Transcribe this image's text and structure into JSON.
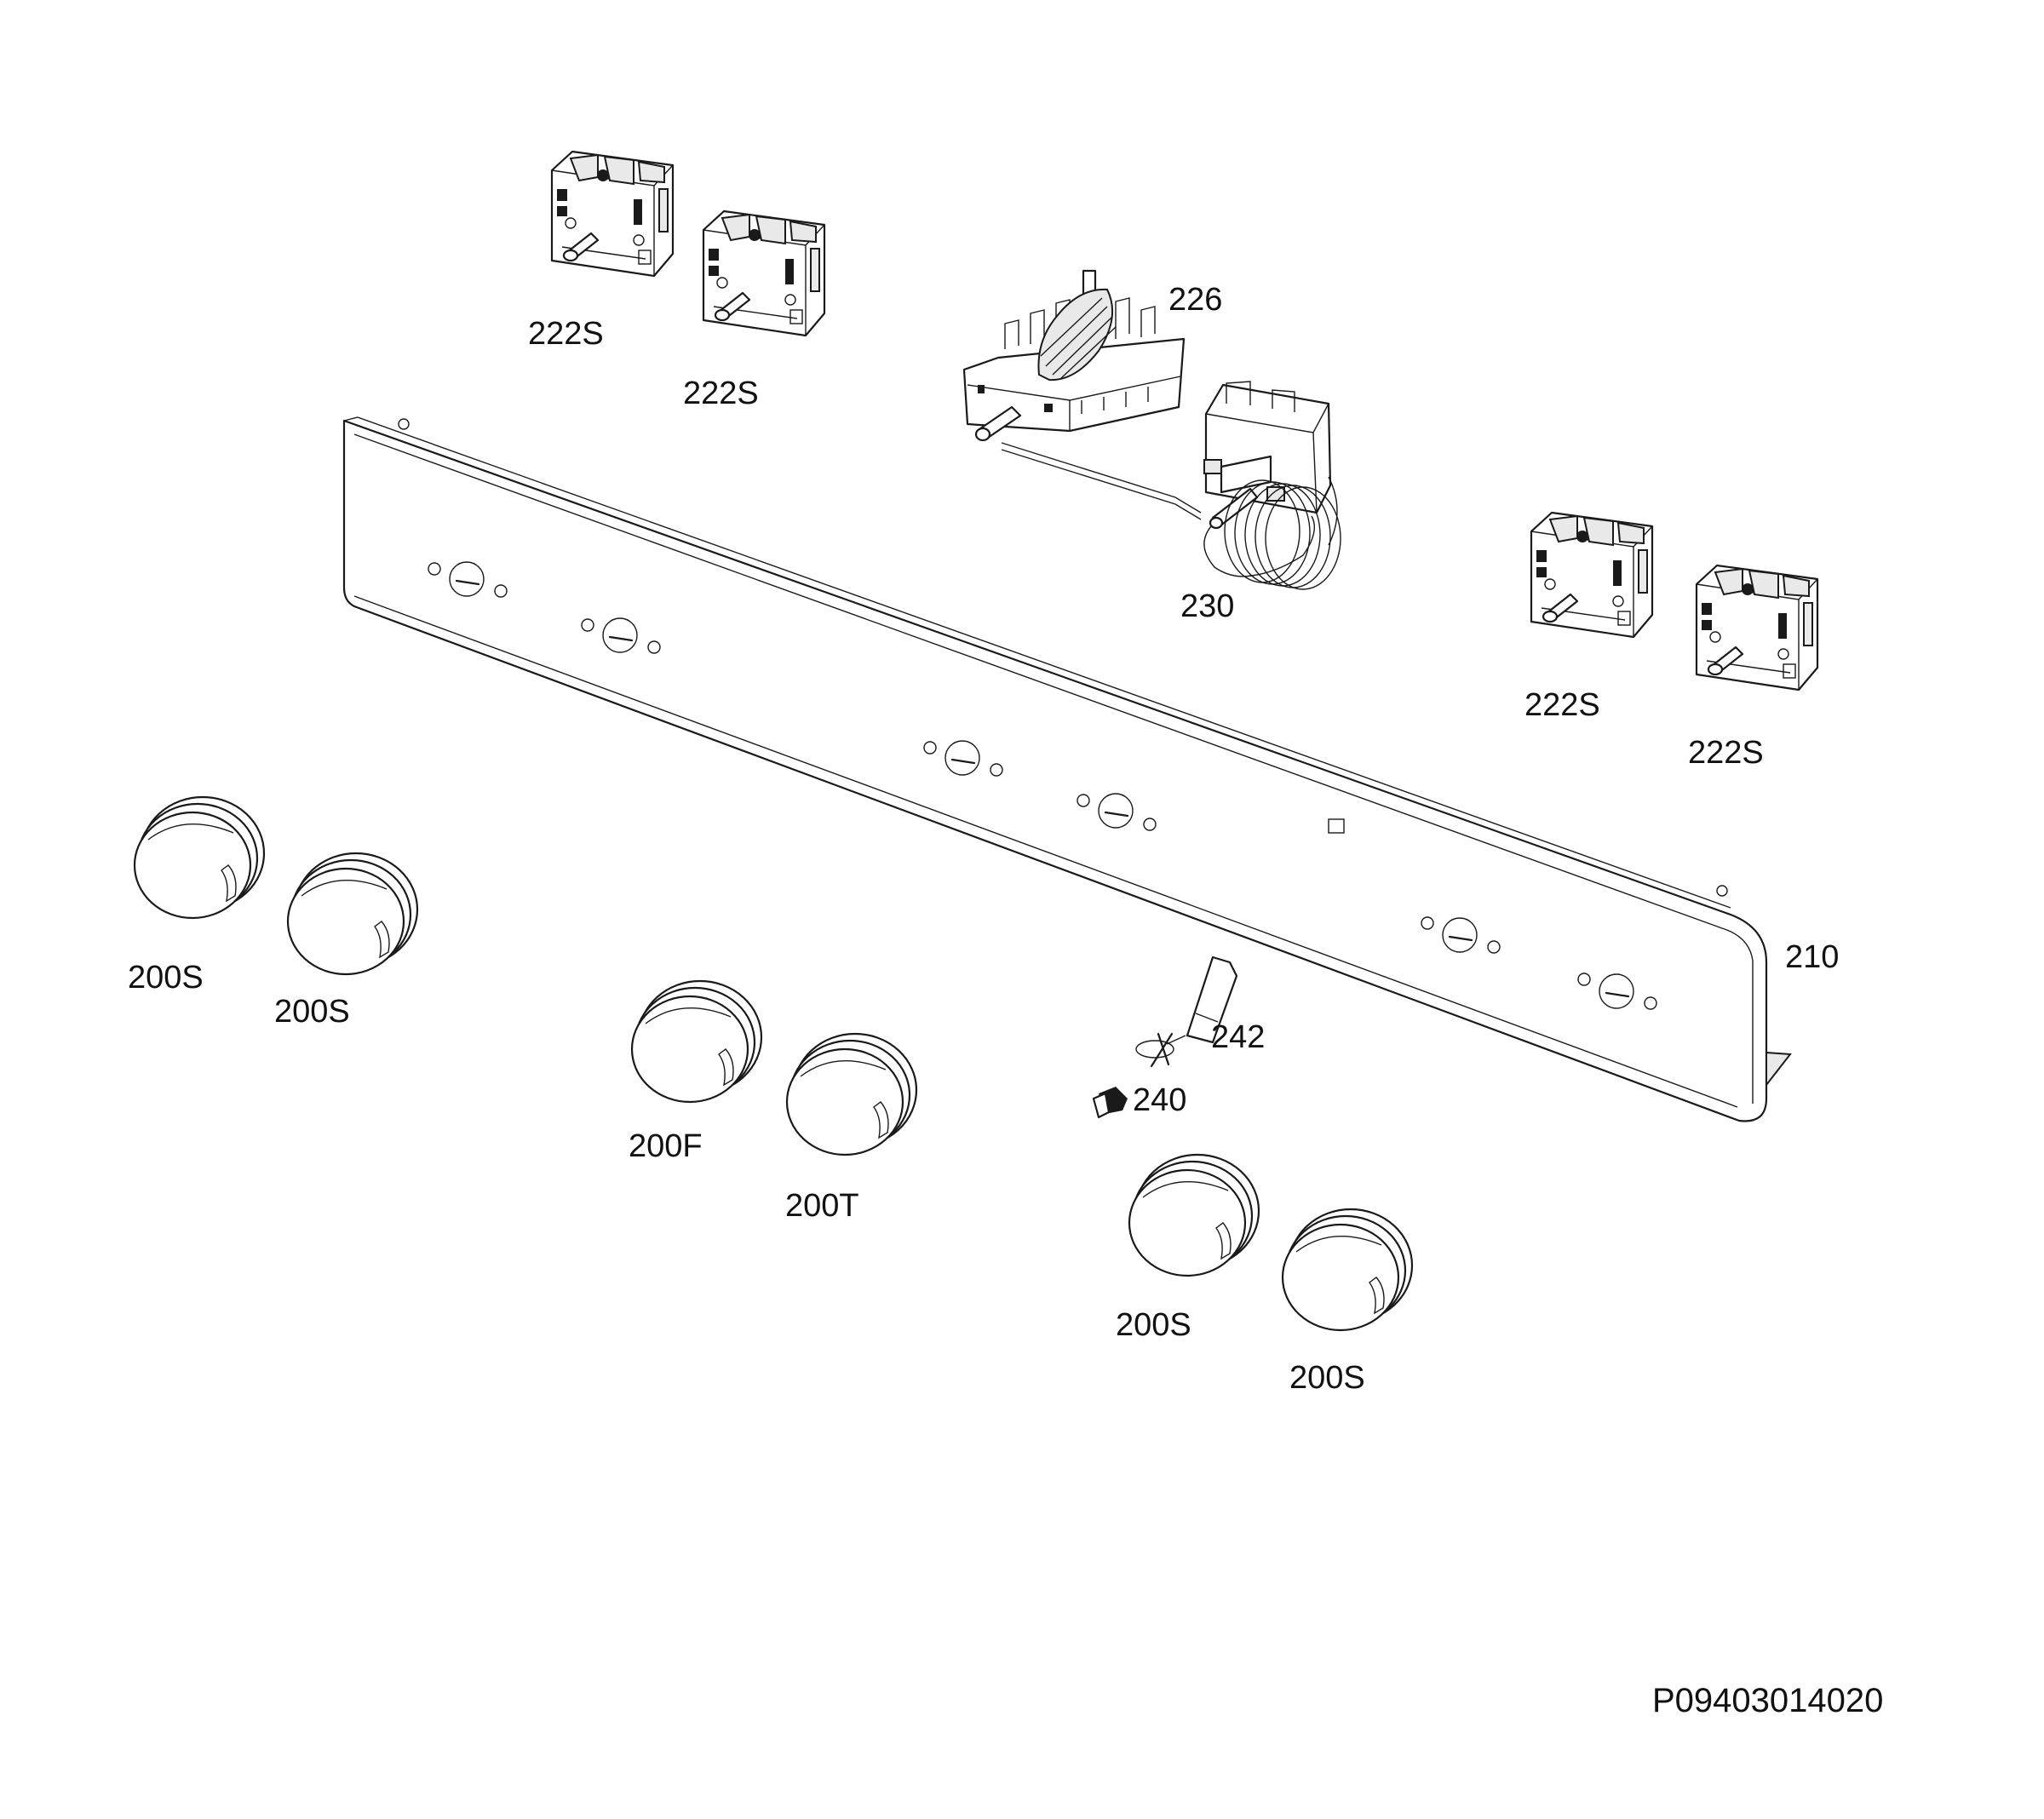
{
  "diagram_id": "P09403014020",
  "labels": {
    "l222s_1": "222S",
    "l222s_2": "222S",
    "l222s_3": "222S",
    "l222s_4": "222S",
    "l226": "226",
    "l230": "230",
    "l210": "210",
    "l242": "242",
    "l240": "240",
    "l200s_1": "200S",
    "l200s_2": "200S",
    "l200f": "200F",
    "l200t": "200T",
    "l200s_3": "200S",
    "l200s_4": "200S"
  }
}
